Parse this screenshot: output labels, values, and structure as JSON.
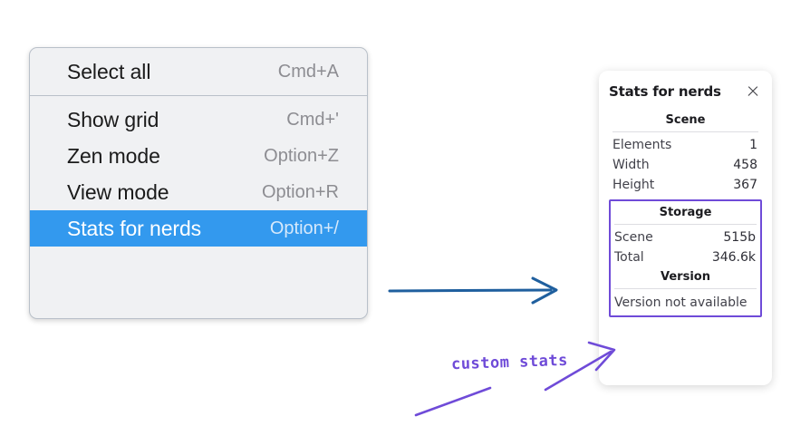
{
  "context_menu": {
    "groups": [
      {
        "items": [
          {
            "label": "Select all",
            "shortcut": "Cmd+A",
            "selected": false
          }
        ]
      },
      {
        "items": [
          {
            "label": "Show grid",
            "shortcut": "Cmd+'",
            "selected": false
          },
          {
            "label": "Zen mode",
            "shortcut": "Option+Z",
            "selected": false
          },
          {
            "label": "View mode",
            "shortcut": "Option+R",
            "selected": false
          },
          {
            "label": "Stats for nerds",
            "shortcut": "Option+/",
            "selected": true
          }
        ]
      }
    ]
  },
  "stats_panel": {
    "title": "Stats for nerds",
    "close_icon": "close-icon",
    "scene": {
      "heading": "Scene",
      "rows": [
        {
          "label": "Elements",
          "value": "1"
        },
        {
          "label": "Width",
          "value": "458"
        },
        {
          "label": "Height",
          "value": "367"
        }
      ]
    },
    "storage": {
      "heading": "Storage",
      "rows": [
        {
          "label": "Scene",
          "value": "515b"
        },
        {
          "label": "Total",
          "value": "346.6k"
        }
      ]
    },
    "version": {
      "heading": "Version",
      "text": "Version not available"
    }
  },
  "annotations": {
    "custom_stats_label": "custom stats",
    "arrow_blue_color": "#1f5f9e",
    "arrow_purple_color": "#6f4bd8",
    "highlight_box_color": "#6f4bd8",
    "menu_selected_color": "#3399ee"
  }
}
